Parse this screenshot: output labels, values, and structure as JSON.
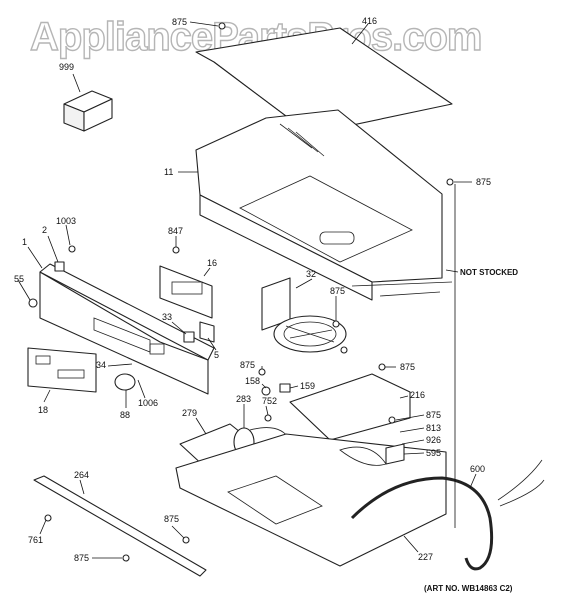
{
  "watermark": "AppliancePartsPros.com",
  "art_number": "(ART NO. WB14863 C2)",
  "note_not_stocked": "NOT STOCKED",
  "labels": {
    "p875a": "875",
    "p416": "416",
    "p999": "999",
    "p11": "11",
    "p875b": "875",
    "p1003": "1003",
    "p2": "2",
    "p1": "1",
    "p55": "55",
    "p847": "847",
    "p16": "16",
    "p32": "32",
    "p875c": "875",
    "p33": "33",
    "p5": "5",
    "p34": "34",
    "p875d": "875",
    "p875e": "875",
    "p18": "18",
    "p88": "88",
    "p1006": "1006",
    "p158": "158",
    "p159": "159",
    "p216": "216",
    "p752": "752",
    "p283": "283",
    "p279": "279",
    "p875f": "875",
    "p813": "813",
    "p926": "926",
    "p595": "595",
    "p264": "264",
    "p600": "600",
    "p875g": "875",
    "p761": "761",
    "p875h": "875",
    "p227": "227"
  }
}
